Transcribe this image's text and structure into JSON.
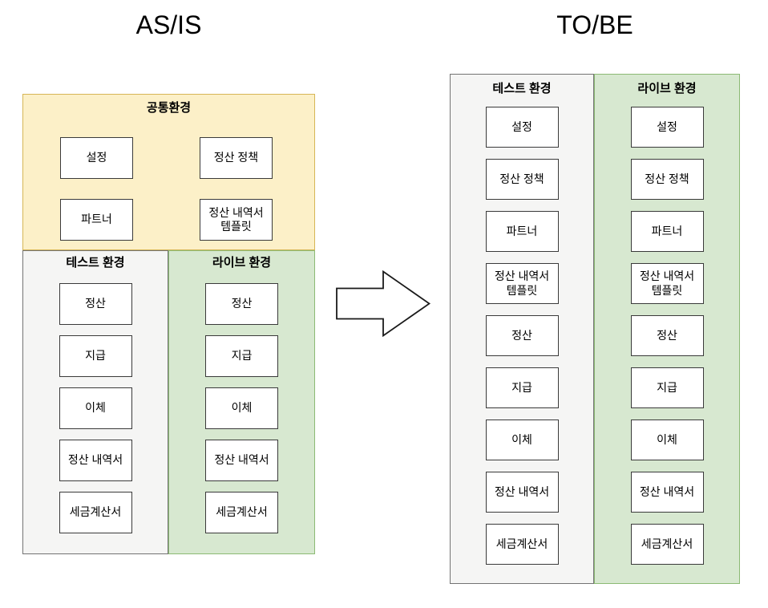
{
  "titles": {
    "asis": "AS/IS",
    "tobe": "TO/BE"
  },
  "asis": {
    "common_env": {
      "label": "공통환경",
      "boxes": [
        "설정",
        "정산 정책",
        "파트너",
        "정산 내역서 템플릿"
      ]
    },
    "test_env": {
      "label": "테스트 환경",
      "boxes": [
        "정산",
        "지급",
        "이체",
        "정산 내역서",
        "세금계산서"
      ]
    },
    "live_env": {
      "label": "라이브 환경",
      "boxes": [
        "정산",
        "지급",
        "이체",
        "정산 내역서",
        "세금계산서"
      ]
    }
  },
  "tobe": {
    "test_env": {
      "label": "테스트 환경",
      "boxes": [
        "설정",
        "정산 정책",
        "파트너",
        "정산 내역서 템플릿",
        "정산",
        "지급",
        "이체",
        "정산 내역서",
        "세금계산서"
      ]
    },
    "live_env": {
      "label": "라이브 환경",
      "boxes": [
        "설정",
        "정산 정책",
        "파트너",
        "정산 내역서 템플릿",
        "정산",
        "지급",
        "이체",
        "정산 내역서",
        "세금계산서"
      ]
    }
  },
  "icons": {
    "arrow": "right-block-arrow"
  },
  "colors": {
    "page_bg": "#FFFFFF",
    "text": "#000000",
    "common_fill": "#FCF0C8",
    "common_stroke": "#D6B656",
    "test_fill": "#F5F5F4",
    "test_stroke": "#737373",
    "live_fill": "#D7E8D0",
    "live_stroke": "#8CBA74",
    "box_fill": "#FFFFFF",
    "box_stroke": "#3A3A3A"
  }
}
